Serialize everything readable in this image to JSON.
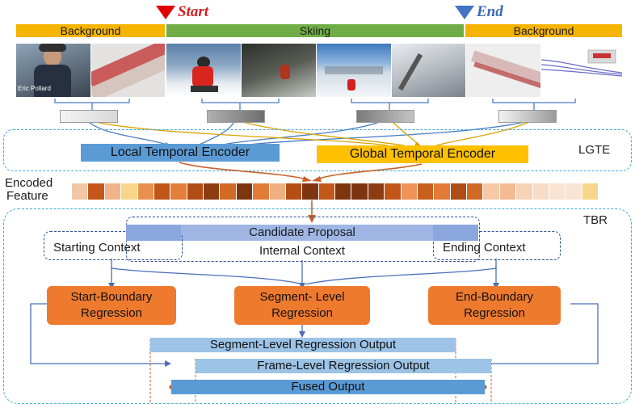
{
  "markers": {
    "start": "Start",
    "end": "End"
  },
  "segments": {
    "background_left": "Background",
    "action": "Skiing",
    "background_right": "Background"
  },
  "frames": {
    "caption": "Eric Pollard"
  },
  "modules": {
    "lgte_tag": "LGTE",
    "tbr_tag": "TBR",
    "local_encoder": "Local Temporal Encoder",
    "global_encoder": "Global Temporal Encoder"
  },
  "encoded": {
    "line1": "Encoded",
    "line2": "Feature",
    "cells": [
      "#f3c7a6",
      "#c3581a",
      "#f0b48a",
      "#f7d58a",
      "#e8914e",
      "#c05619",
      "#e37e3b",
      "#b04c16",
      "#8d3c12",
      "#d06a25",
      "#7d350f",
      "#e27b38",
      "#f1b080",
      "#b54d16",
      "#7f3610",
      "#c2581a",
      "#7d350f",
      "#7d350f",
      "#8d3c12",
      "#c05619",
      "#ee935a",
      "#c7601f",
      "#e27b38",
      "#b04c16",
      "#d06a25",
      "#f6c9a8",
      "#f3bb93",
      "#f6d2b6",
      "#f8dcc7",
      "#f9e3d2",
      "#f9e4d4",
      "#f7d58a"
    ]
  },
  "tbr": {
    "candidate_proposal": "Candidate Proposal",
    "internal_context": "Internal Context",
    "starting_context": "Starting Context",
    "ending_context": "Ending Context",
    "start_regression_1": "Start-Boundary",
    "start_regression_2": "Regression",
    "segment_regression_1": "Segment- Level",
    "segment_regression_2": "Regression",
    "end_regression_1": "End-Boundary",
    "end_regression_2": "Regression",
    "segment_output": "Segment-Level Regression Output",
    "frame_output": "Frame-Level Regression Output",
    "fused_output": "Fused Output"
  },
  "colors": {
    "background_bar": "#f5b400",
    "action_bar": "#70ad47",
    "start_marker": "#e00000",
    "end_marker": "#4472c4",
    "local_encoder": "#5b9bd5",
    "global_encoder": "#ffc000",
    "regression": "#ee7a2e",
    "dashed_border": "#41a8d8"
  }
}
